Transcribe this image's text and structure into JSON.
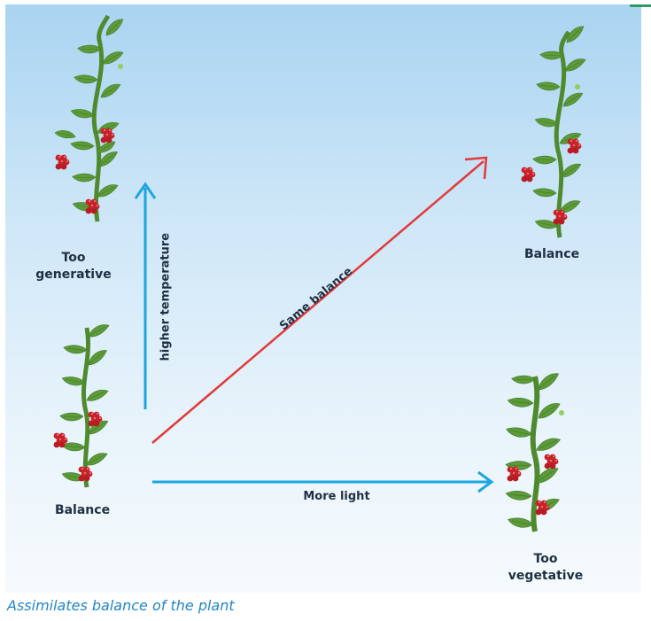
{
  "labels": {
    "top_left": [
      "Too",
      "generative"
    ],
    "bottom_left": "Balance",
    "top_right": "Balance",
    "bottom_right": [
      "Too",
      "vegetative"
    ]
  },
  "arrows": {
    "up": "higher temperature",
    "diagonal": "Same balance",
    "right": "More light"
  },
  "caption": "Assimilates balance of the plant",
  "colors": {
    "background_top": "#a9d4f1",
    "background_bottom": "#f6fafd",
    "arrow_blue": "#1aa6e0",
    "arrow_red": "#e23a3a",
    "caption_blue": "#1f86c6",
    "label_text": "#1f2f43",
    "leaf_green": "#5d9b3a",
    "stem_green": "#4f8a2e",
    "tomato_red": "#c8222a"
  }
}
